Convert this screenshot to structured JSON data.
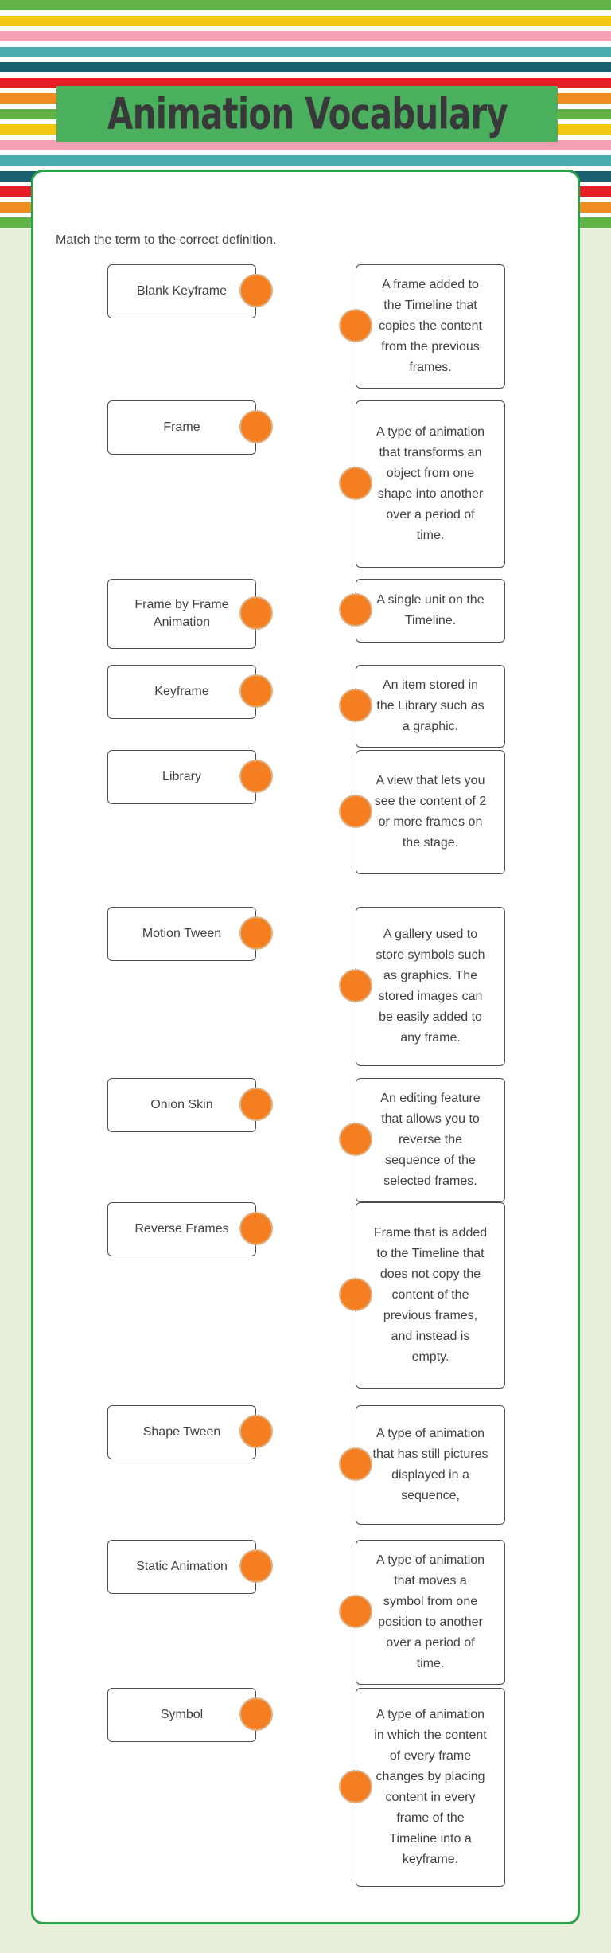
{
  "title": "Animation Vocabulary",
  "instruction": "Match the term to the correct definition.",
  "pairs": [
    {
      "term": "Blank Keyframe",
      "definition": "A frame added to the Timeline that copies the content from the previous frames."
    },
    {
      "term": "Frame",
      "definition": "A type of animation that transforms an object from one shape into another over a period of time."
    },
    {
      "term": "Frame by Frame Animation",
      "definition": "A single unit on the Timeline."
    },
    {
      "term": "Keyframe",
      "definition": "An item stored in the Library such as a graphic."
    },
    {
      "term": "Library",
      "definition": "A view that lets you see the content of 2 or more frames on the stage."
    },
    {
      "term": "Motion Tween",
      "definition": "A gallery used to store symbols such as graphics. The stored images can be easily added to any frame."
    },
    {
      "term": "Onion Skin",
      "definition": "An editing feature that allows you to reverse the sequence of the selected frames."
    },
    {
      "term": "Reverse Frames",
      "definition": "Frame that is added to the Timeline that does not copy the content of the previous frames, and instead is empty."
    },
    {
      "term": "Shape Tween",
      "definition": "A type of animation that has still pictures displayed in a sequence,"
    },
    {
      "term": "Static Animation",
      "definition": "A type of animation that moves a symbol from one position to another over a period of time."
    },
    {
      "term": "Symbol",
      "definition": "A type of animation in which the content of every frame changes by placing content in every frame of the Timeline into a keyframe."
    }
  ],
  "colors": {
    "page_background": "#e7efdb",
    "banner_green": "#4bb05e",
    "card_border_green": "#2fa14b",
    "connector_orange": "#f57f20",
    "box_border": "#4e4e52",
    "text_dark": "#414145",
    "stripe_palette": [
      "#62b346",
      "#f4c614",
      "#f5a0b4",
      "#4aabaf",
      "#1b5f70",
      "#e41e26",
      "#ef8c21"
    ]
  }
}
